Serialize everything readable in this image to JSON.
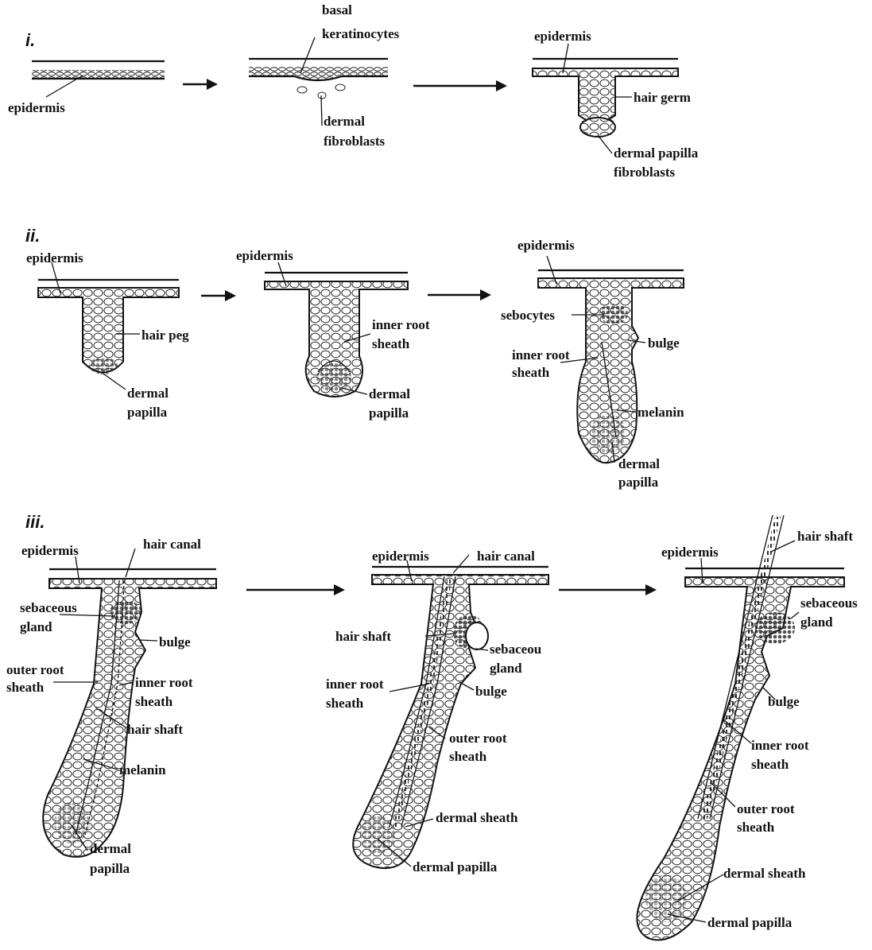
{
  "sections": {
    "i": {
      "numeral": "i.",
      "labels": {
        "epidermis_1": "epidermis",
        "basal_1": "basal",
        "basal_2": "keratinocytes",
        "dermal_f_1": "dermal",
        "dermal_f_2": "fibroblasts",
        "epidermis_3": "epidermis",
        "hair_germ": "hair  germ",
        "dp_f_1": "dermal papilla",
        "dp_f_2": "fibroblasts"
      }
    },
    "ii": {
      "numeral": "ii.",
      "labels": {
        "epidermis_a": "epidermis",
        "hair_peg": "hair peg",
        "dp_a1": "dermal",
        "dp_a2": "papilla",
        "epidermis_b": "epidermis",
        "irs_b1": "inner root",
        "irs_b2": "sheath",
        "dp_b1": "dermal",
        "dp_b2": "papilla",
        "epidermis_c": "epidermis",
        "sebocytes": "sebocytes",
        "bulge_c": "bulge",
        "irs_c1": "inner root",
        "irs_c2": "sheath",
        "melanin_c": "melanin",
        "dp_c1": "dermal",
        "dp_c2": "papilla"
      }
    },
    "iii": {
      "numeral": "iii.",
      "labels": {
        "epidermis_a": "epidermis",
        "canal_a": "hair canal",
        "seb_a1": "sebaceous",
        "seb_a2": "gland",
        "bulge_a": "bulge",
        "ors_a1": "outer root",
        "ors_a2": "sheath",
        "irs_a1": "inner root",
        "irs_a2": "sheath",
        "shaft_a": "hair shaft",
        "melanin_a": "melanin",
        "dp_a1": "dermal",
        "dp_a2": "papilla",
        "epidermis_b": "epidermis",
        "canal_b": "hair canal",
        "shaft_b": "hair shaft",
        "seb_b1": "sebaceou",
        "seb_b2": "gland",
        "irs_b1": "inner root",
        "irs_b2": "sheath",
        "bulge_b": "bulge",
        "ors_b1": "outer root",
        "ors_b2": "sheath",
        "ds_b": "dermal  sheath",
        "dp_b": "dermal papilla",
        "epidermis_c": "epidermis",
        "shaft_c": "hair shaft",
        "seb_c1": "sebaceous",
        "seb_c2": "gland",
        "bulge_c": "bulge",
        "irs_c1": "inner root",
        "irs_c2": "sheath",
        "ors_c1": "outer root",
        "ors_c2": "sheath",
        "ds_c": "dermal  sheath",
        "dp_c": "dermal papilla"
      }
    }
  }
}
